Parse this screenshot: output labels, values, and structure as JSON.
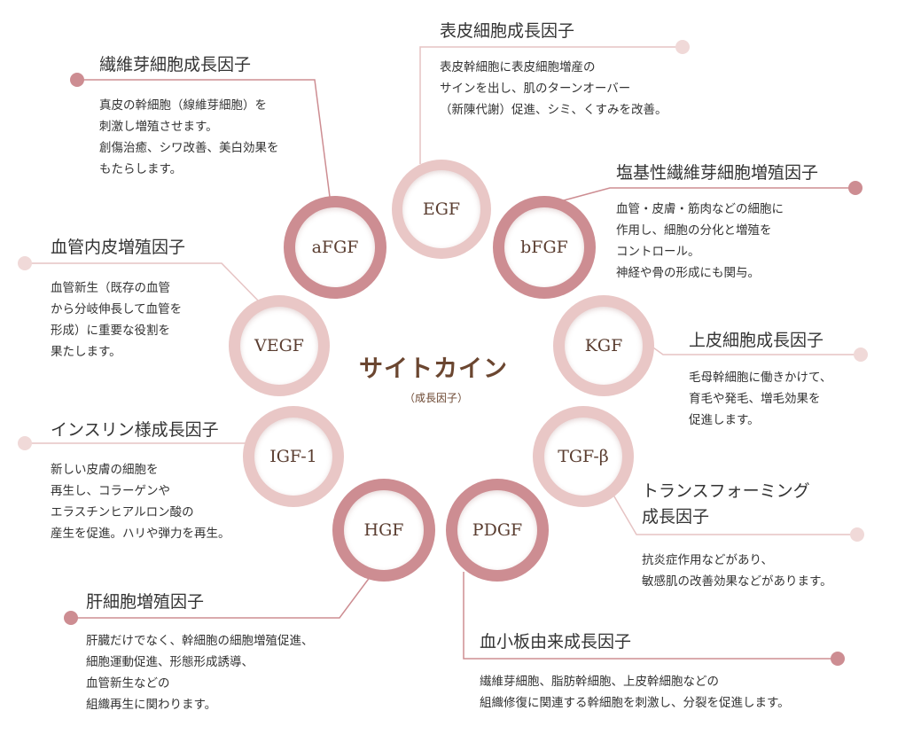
{
  "center": {
    "title": "サイトカイン",
    "subtitle": "（成長因子）"
  },
  "colors": {
    "dark_ring": "#cd8d92",
    "light_ring": "#e9c7c6",
    "line_dark": "#cd8d92",
    "line_light": "#e6c3c3",
    "label": "#5a3d30"
  },
  "nodes": [
    {
      "id": "egf",
      "label": "EGF",
      "title": "表皮細胞成長因子",
      "desc": [
        "表皮幹細胞に表皮細胞増産の",
        "サインを出し、肌のターンオーバー",
        "（新陳代謝）促進、シミ、くすみを改善。"
      ]
    },
    {
      "id": "afgf",
      "label": "aFGF",
      "title": "繊維芽細胞成長因子",
      "desc": [
        "真皮の幹細胞（線維芽細胞）を",
        "刺激し増殖させます。",
        "創傷治癒、シワ改善、美白効果を",
        "もたらします。"
      ]
    },
    {
      "id": "bfgf",
      "label": "bFGF",
      "title": "塩基性繊維芽細胞増殖因子",
      "desc": [
        "血管・皮膚・筋肉などの細胞に",
        "作用し、細胞の分化と増殖を",
        "コントロール。",
        "神経や骨の形成にも関与。"
      ]
    },
    {
      "id": "vegf",
      "label": "VEGF",
      "title": "血管内皮増殖因子",
      "desc": [
        "血管新生（既存の血管",
        "から分岐伸長して血管を",
        "形成）に重要な役割を",
        "果たします。"
      ]
    },
    {
      "id": "kgf",
      "label": "KGF",
      "title": "上皮細胞成長因子",
      "desc": [
        "毛母幹細胞に働きかけて、",
        "育毛や発毛、増毛効果を",
        "促進します。"
      ]
    },
    {
      "id": "igf1",
      "label": "IGF-1",
      "title": "インスリン様成長因子",
      "desc": [
        "新しい皮膚の細胞を",
        "再生し、コラーゲンや",
        "エラスチンヒアルロン酸の",
        "産生を促進。ハリや弾力を再生。"
      ]
    },
    {
      "id": "tgfb",
      "label": "TGF-β",
      "title": [
        "トランスフォーミング",
        "成長因子"
      ],
      "desc": [
        "抗炎症作用などがあり、",
        "敏感肌の改善効果などがあります。"
      ]
    },
    {
      "id": "hgf",
      "label": "HGF",
      "title": "肝細胞増殖因子",
      "desc": [
        "肝臓だけでなく、幹細胞の細胞増殖促進、",
        "細胞運動促進、形態形成誘導、",
        "血管新生などの",
        "組織再生に関わります。"
      ]
    },
    {
      "id": "pdgf",
      "label": "PDGF",
      "title": "血小板由来成長因子",
      "desc": [
        "繊維芽細胞、脂肪幹細胞、上皮幹細胞などの",
        "組織修復に関連する幹細胞を刺激し、分裂を促進します。"
      ]
    }
  ]
}
